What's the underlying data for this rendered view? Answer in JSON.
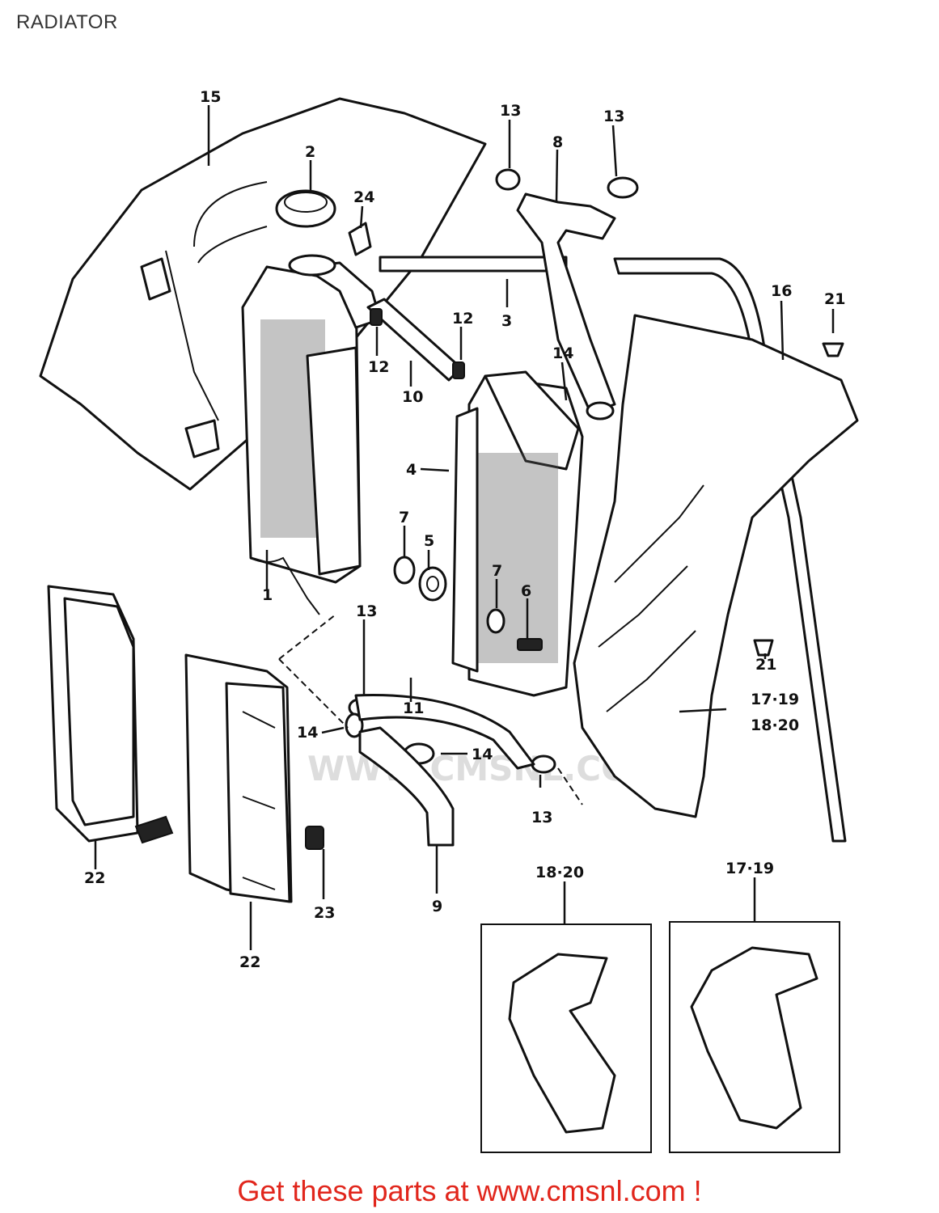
{
  "page": {
    "title": "RADIATOR"
  },
  "footer": {
    "promo_text": "Get these parts at www.cmsnl.com !"
  },
  "watermark": {
    "text": "WWW.CMSNL.COM"
  },
  "callouts": [
    {
      "id": "c15",
      "text": "15"
    },
    {
      "id": "c2",
      "text": "2"
    },
    {
      "id": "c24",
      "text": "24"
    },
    {
      "id": "c13a",
      "text": "13"
    },
    {
      "id": "c8",
      "text": "8"
    },
    {
      "id": "c13b",
      "text": "13"
    },
    {
      "id": "c3",
      "text": "3"
    },
    {
      "id": "c16",
      "text": "16"
    },
    {
      "id": "c21a",
      "text": "21"
    },
    {
      "id": "c12a",
      "text": "12"
    },
    {
      "id": "c12b",
      "text": "12"
    },
    {
      "id": "c10",
      "text": "10"
    },
    {
      "id": "c14a",
      "text": "14"
    },
    {
      "id": "c4",
      "text": "4"
    },
    {
      "id": "c7a",
      "text": "7"
    },
    {
      "id": "c5",
      "text": "5"
    },
    {
      "id": "c7b",
      "text": "7"
    },
    {
      "id": "c6",
      "text": "6"
    },
    {
      "id": "c1",
      "text": "1"
    },
    {
      "id": "c13c",
      "text": "13"
    },
    {
      "id": "c21b",
      "text": "21"
    },
    {
      "id": "c1719a",
      "text": "17·19"
    },
    {
      "id": "c1820a",
      "text": "18·20"
    },
    {
      "id": "c11",
      "text": "11"
    },
    {
      "id": "c14b",
      "text": "14"
    },
    {
      "id": "c14c",
      "text": "14"
    },
    {
      "id": "c13d",
      "text": "13"
    },
    {
      "id": "c22a",
      "text": "22"
    },
    {
      "id": "c23",
      "text": "23"
    },
    {
      "id": "c9",
      "text": "9"
    },
    {
      "id": "c22b",
      "text": "22"
    },
    {
      "id": "c1820b",
      "text": "18·20"
    },
    {
      "id": "c1719b",
      "text": "17·19"
    }
  ]
}
